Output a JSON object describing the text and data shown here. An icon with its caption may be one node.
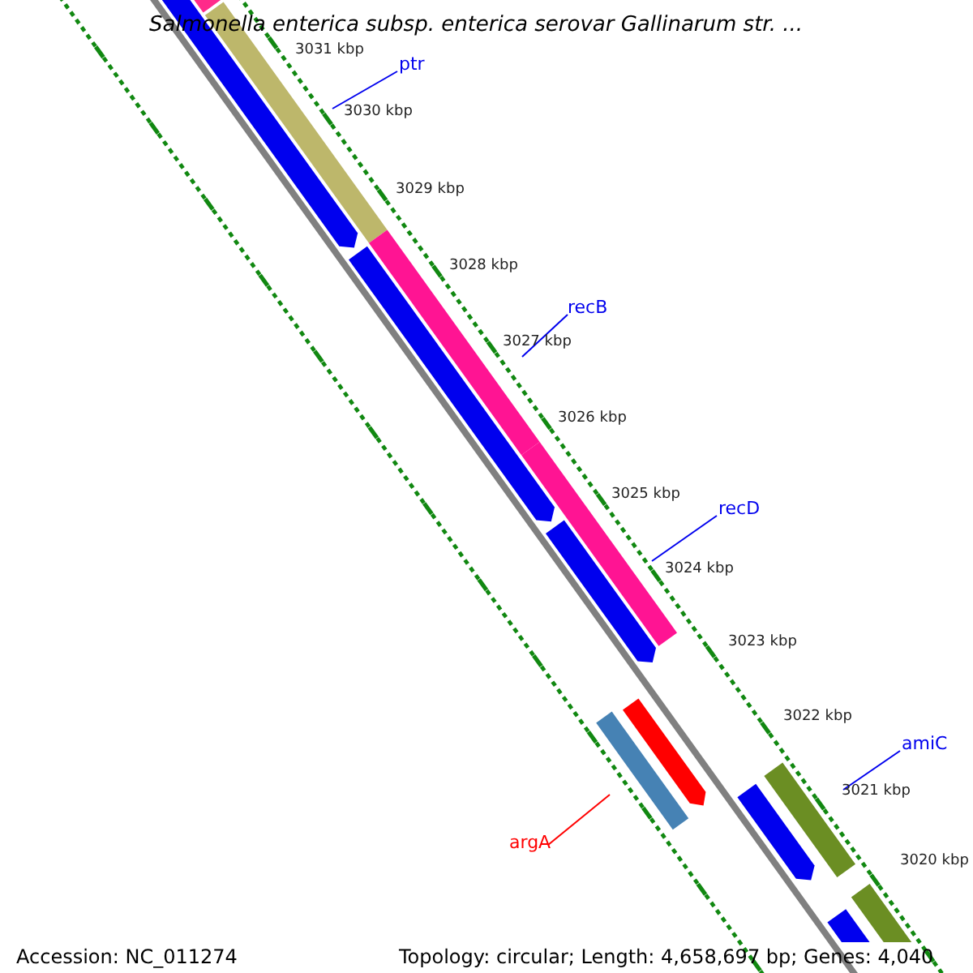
{
  "diagram": {
    "title": "Salmonella enterica subsp. enterica serovar Gallinarum str. ...",
    "nodes": [
      {
        "text": [
          "ptr"
        ]
      },
      {
        "text": [
          "recB"
        ]
      },
      {
        "text": [
          "recD"
        ]
      },
      {
        "text": [
          "amiC"
        ]
      },
      {
        "text": [
          "argA"
        ]
      },
      {
        "text": [],
        "shape": "bar"
      },
      {
        "text": [],
        "shape": "bar"
      },
      {
        "text": [],
        "shape": "bar"
      },
      {
        "text": [],
        "shape": "bar"
      },
      {
        "text": [],
        "shape": "bar"
      },
      {
        "text": [],
        "shape": "bar"
      },
      {
        "text": [],
        "shape": "bar"
      },
      {
        "text": [],
        "shape": "bar"
      },
      {
        "text": [],
        "shape": "bar"
      },
      {
        "text": [],
        "shape": "bar"
      },
      {
        "text": [],
        "shape": "bar"
      },
      {
        "text": [],
        "shape": "bar"
      },
      {
        "text": [],
        "shape": "bar"
      }
    ],
    "edges": [
      {
        "from": 0,
        "to": 5,
        "arrow": "none"
      },
      {
        "from": 1,
        "to": 6,
        "arrow": "none"
      },
      {
        "from": 2,
        "to": 7,
        "arrow": "none"
      },
      {
        "from": 3,
        "to": 8,
        "arrow": "none"
      },
      {
        "from": 4,
        "to": 9,
        "arrow": "none",
        "color": "#ff0000"
      }
    ],
    "labels": [
      "3031 kbp",
      "3030 kbp",
      "3029 kbp",
      "3028 kbp",
      "3027 kbp",
      "3026 kbp",
      "3025 kbp",
      "3024 kbp",
      "3023 kbp",
      "3022 kbp",
      "3021 kbp",
      "3020 kbp",
      "Accession: NC_011274",
      "Topology: circular; Length: 4,658,697 bp; Genes: 4,040"
    ]
  }
}
